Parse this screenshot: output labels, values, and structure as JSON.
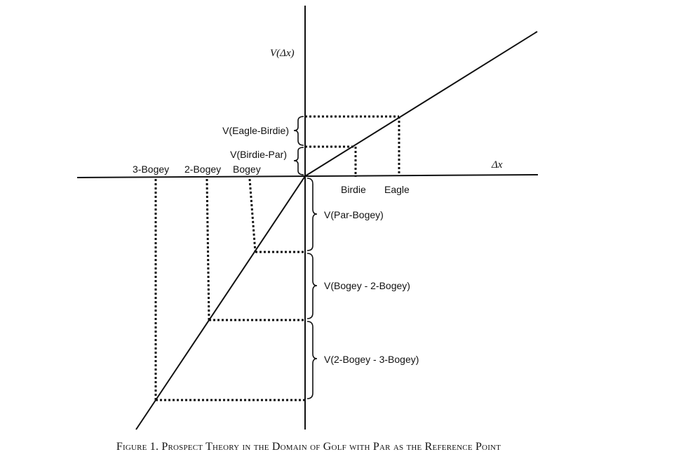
{
  "axes": {
    "y_label": "V(Δx)",
    "x_label": "Δx"
  },
  "labels": {
    "bogey3": "3-Bogey",
    "bogey2": "2-Bogey",
    "bogey": "Bogey",
    "birdie": "Birdie",
    "eagle": "Eagle"
  },
  "braces": {
    "eagle_birdie": "V(Eagle-Birdie)",
    "birdie_par": "V(Birdie-Par)",
    "par_bogey": "V(Par-Bogey)",
    "bogey_2bogey": "V(Bogey - 2-Bogey)",
    "bogey2_3bogey": "V(2-Bogey - 3-Bogey)"
  },
  "caption": "Figure 1. Prospect Theory in the Domain of Golf with Par as the Reference Point",
  "colors": {
    "ink": "#111111"
  }
}
